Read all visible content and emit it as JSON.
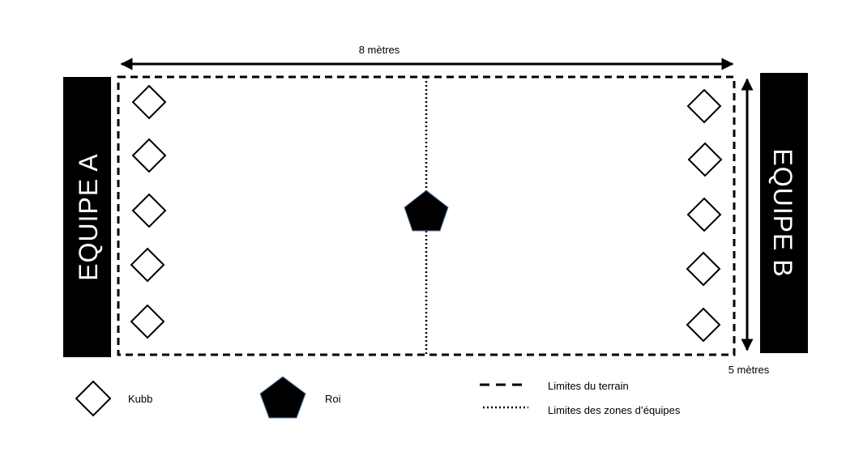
{
  "diagram": {
    "width_label": "8 mètres",
    "height_label": "5 mètres",
    "team_a": "EQUIPE A",
    "team_b": "EQUIPE B",
    "team_bg_color": "#000000",
    "kubbs_per_team": 5
  },
  "legend": {
    "kubb": {
      "label": "Kubb",
      "icon": "kubb-diamond-icon"
    },
    "king": {
      "label": "Roi",
      "icon": "king-pentagon-icon"
    },
    "field_limits": {
      "label": "Limites du terrain",
      "line_style": "dashed"
    },
    "team_zone_limits": {
      "label": "Limites des zones d’équipes",
      "line_style": "dotted"
    }
  }
}
